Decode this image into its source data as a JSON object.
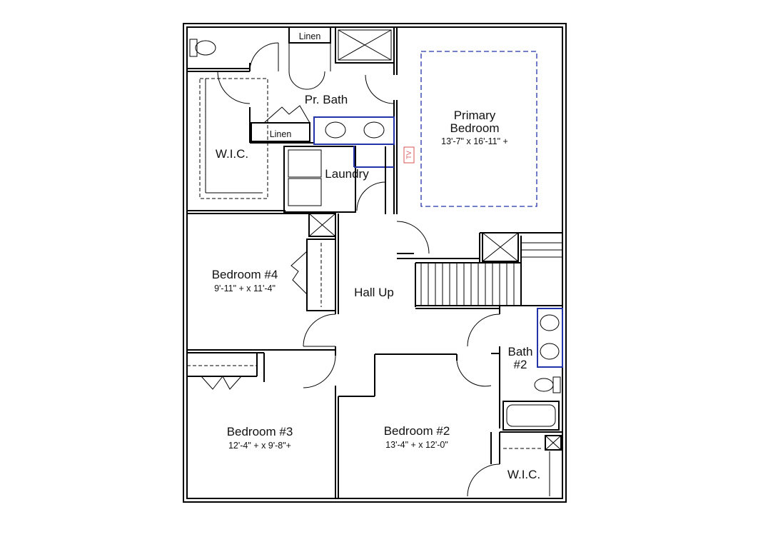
{
  "rooms": {
    "primary_bedroom": {
      "name_line1": "Primary",
      "name_line2": "Bedroom",
      "dims": "13'-7\" x 16'-11\" +"
    },
    "pr_bath": {
      "name": "Pr. Bath"
    },
    "linen_top": {
      "name": "Linen"
    },
    "linen_mid": {
      "name": "Linen"
    },
    "wic_left": {
      "name": "W.I.C."
    },
    "laundry": {
      "name": "Laundry"
    },
    "bedroom4": {
      "name": "Bedroom #4",
      "dims": "9'-11\" + x 11'-4\""
    },
    "hall_up": {
      "name": "Hall Up"
    },
    "bath2": {
      "name_line1": "Bath",
      "name_line2": "#2"
    },
    "bedroom3": {
      "name": "Bedroom #3",
      "dims": "12'-4\" + x 9'-8\"+"
    },
    "bedroom2": {
      "name": "Bedroom #2",
      "dims": "13'-4\" + x 12'-0\""
    },
    "wic_right": {
      "name": "W.I.C."
    }
  },
  "tv_marker": {
    "text": "TV"
  },
  "colors": {
    "walls": "#000000",
    "plumbing": "#2233aa",
    "tv": "#d9534f"
  }
}
